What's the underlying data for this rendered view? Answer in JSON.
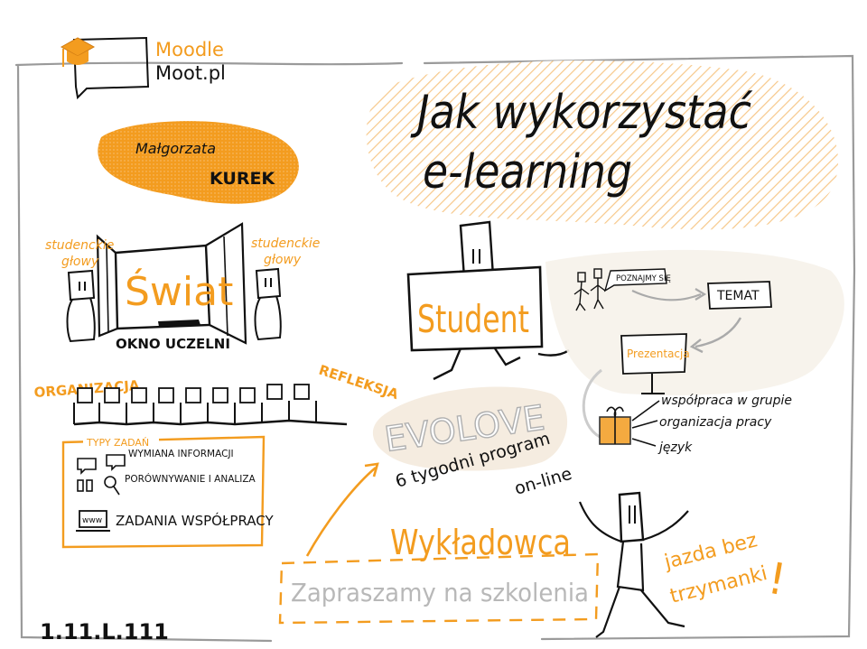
{
  "colors": {
    "orange": "#f39c1f",
    "ink": "#111111",
    "grey_text": "#b8b8b8",
    "hatch": "#f7c88a",
    "frame": "#9a9a9a"
  },
  "logo": {
    "line1": "Moodle",
    "line2": "Moot.pl",
    "icon": "graduation-cap-speech-bubble-icon"
  },
  "author": {
    "first": "Małgorzata",
    "last": "KUREK"
  },
  "title": {
    "line1": "Jak wykorzystać",
    "line2": "e-learning"
  },
  "window": {
    "center": "Świat",
    "caption": "OKNO UCZELNI",
    "left_label_1": "studenckie",
    "left_label_2": "głowy",
    "right_label_1": "studenckie",
    "right_label_2": "głowy"
  },
  "process": {
    "left": "ORGANIZACJA",
    "right": "REFLEKSJA"
  },
  "tasks": {
    "header": "TYPY ZADAŃ",
    "item1": "WYMIANA INFORMACJI",
    "item2": "PORÓWNYWANIE I ANALIZA",
    "item3": "ZADANIA WSPÓŁPRACY",
    "www": "www"
  },
  "student": {
    "label": "Student"
  },
  "flow": {
    "bubble": "POZNAJMY SIĘ",
    "topic": "TEMAT",
    "presentation": "Prezentacja",
    "list1": "współpraca w grupie",
    "list2": "organizacja pracy",
    "list3": "język"
  },
  "evolove": {
    "name": "EVOLOVE",
    "desc1": "6 tygodni program",
    "desc2": "on-line"
  },
  "lecturer": {
    "label": "Wykładowca",
    "invite": "Zapraszamy na szkolenia"
  },
  "slogan": {
    "line1": "jazda bez",
    "line2": "trzymanki",
    "mark": "!"
  },
  "signature": "1.11.L.111"
}
